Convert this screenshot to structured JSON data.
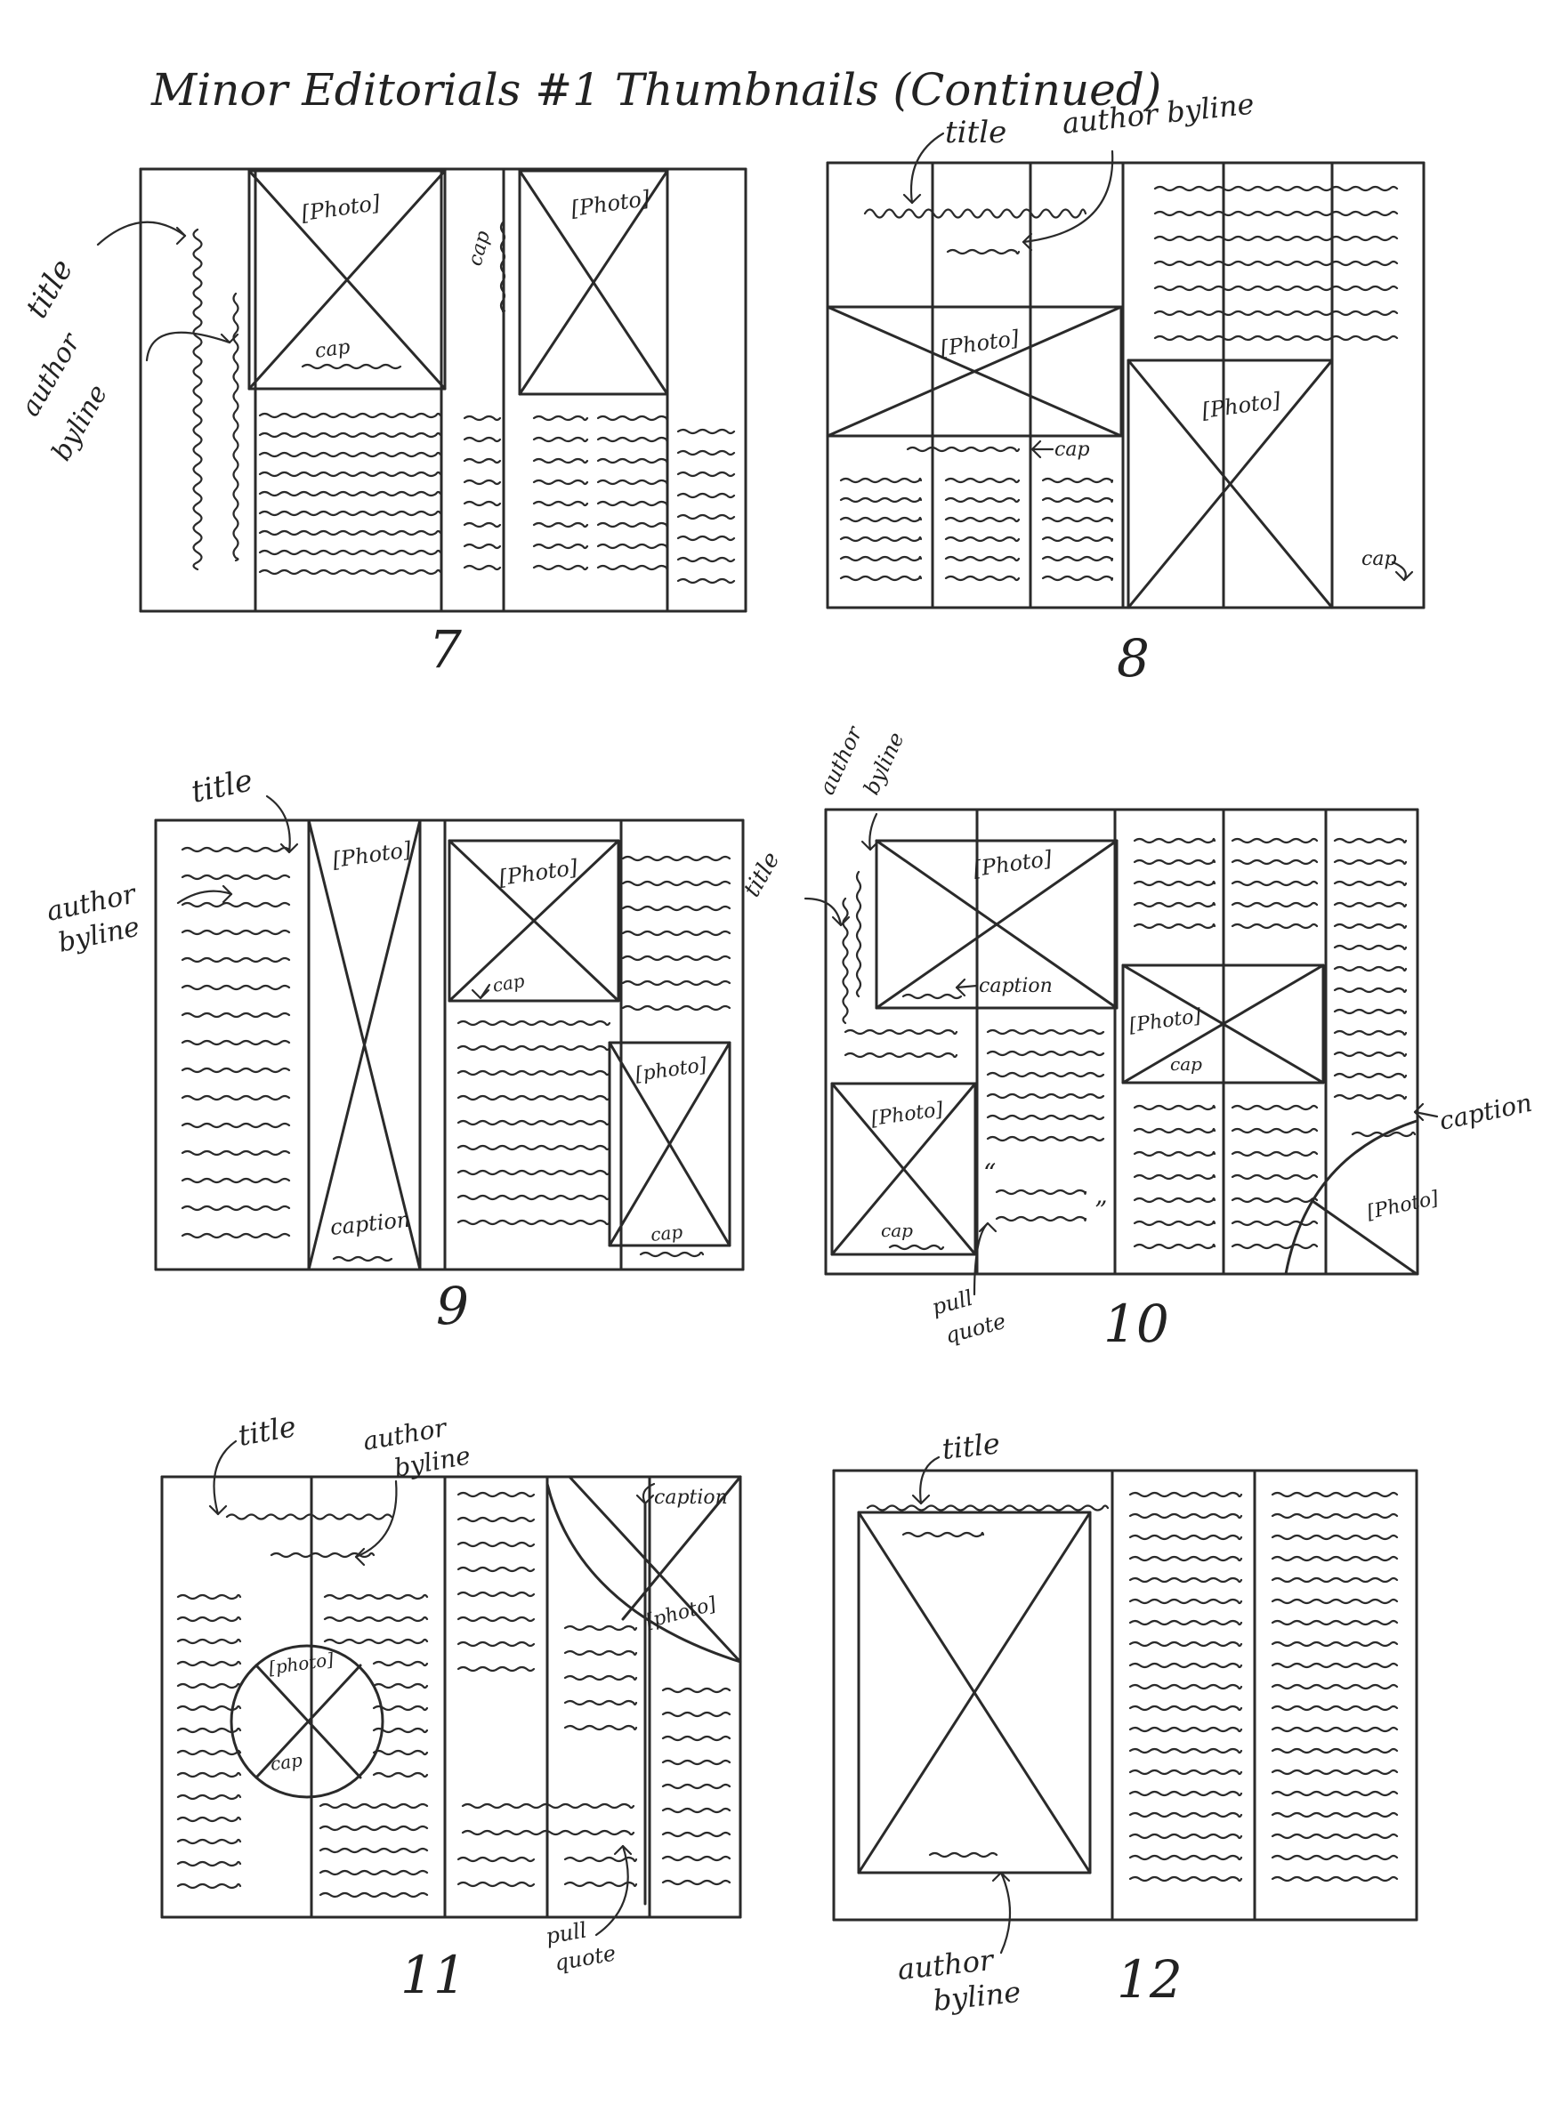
{
  "page_title": "Minor Editorials #1 Thumbnails (Continued)",
  "labels": {
    "title": "title",
    "author_byline": "author byline",
    "author": "author",
    "byline": "byline",
    "photo": "[Photo]",
    "photo_lower": "[photo]",
    "cap": "cap",
    "caption": "caption",
    "pull": "pull",
    "quote": "quote"
  },
  "thumbnails": [
    {
      "number": "7"
    },
    {
      "number": "8"
    },
    {
      "number": "9"
    },
    {
      "number": "10"
    },
    {
      "number": "11"
    },
    {
      "number": "12"
    }
  ]
}
